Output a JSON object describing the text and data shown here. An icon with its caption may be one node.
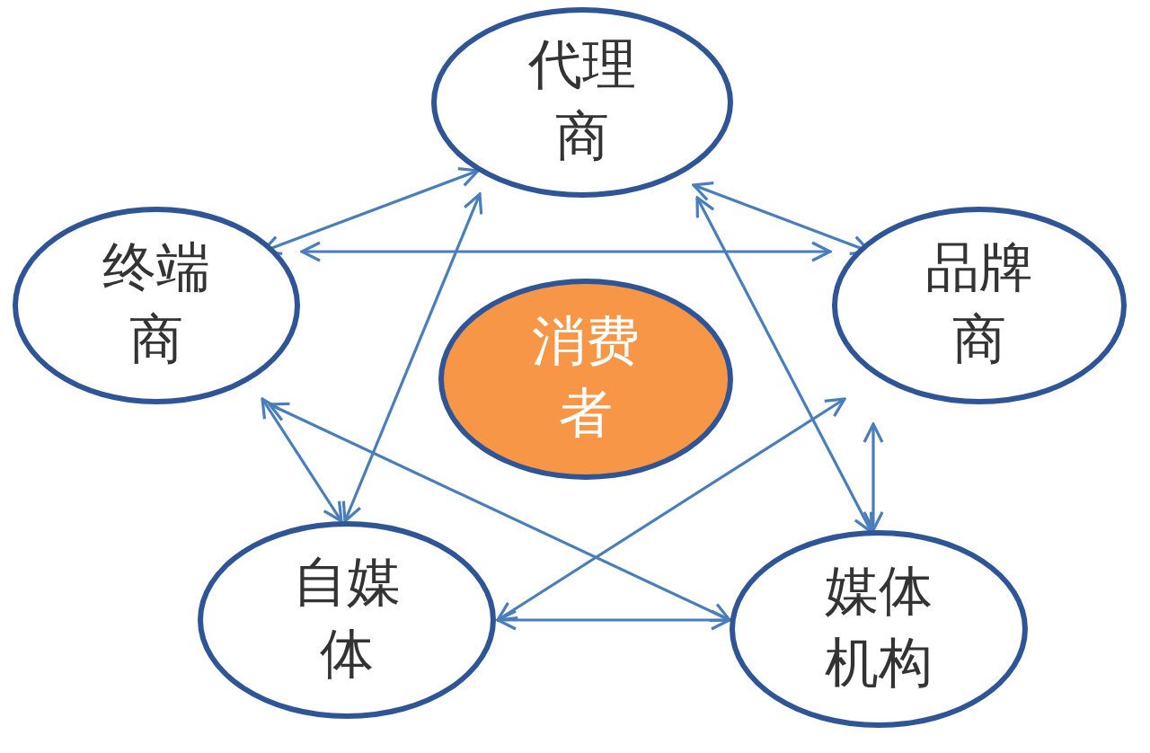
{
  "diagram": {
    "nodes": [
      {
        "text": [
          "代理商"
        ]
      },
      {
        "text": [
          "终端商"
        ]
      },
      {
        "text": [
          "品牌商"
        ]
      },
      {
        "text": [
          "消费者"
        ]
      },
      {
        "text": [
          "自媒体"
        ]
      },
      {
        "text": [
          "媒体机构"
        ]
      }
    ],
    "edges": [
      {
        "from": 1,
        "to": 0,
        "arrow": "both"
      },
      {
        "from": 0,
        "to": 2,
        "arrow": "both"
      },
      {
        "from": 1,
        "to": 2,
        "arrow": "both"
      },
      {
        "from": 0,
        "to": 4,
        "arrow": "both"
      },
      {
        "from": 0,
        "to": 5,
        "arrow": "both"
      },
      {
        "from": 1,
        "to": 4,
        "arrow": "both"
      },
      {
        "from": 1,
        "to": 5,
        "arrow": "both"
      },
      {
        "from": 2,
        "to": 4,
        "arrow": "both"
      },
      {
        "from": 2,
        "to": 5,
        "arrow": "both"
      },
      {
        "from": 4,
        "to": 5,
        "arrow": "both"
      }
    ]
  }
}
